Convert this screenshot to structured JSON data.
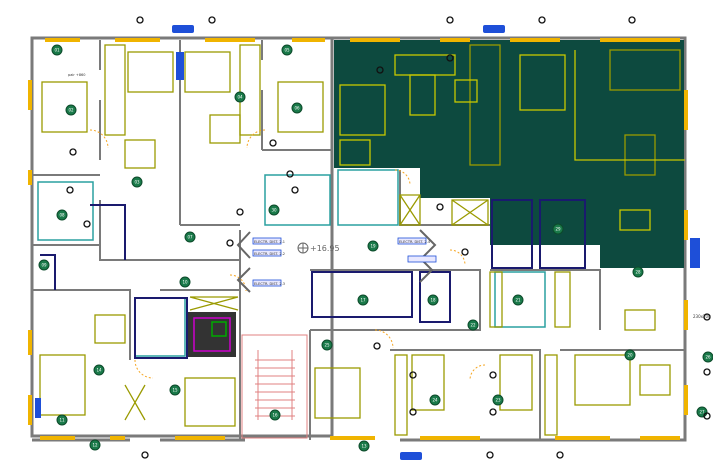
{
  "elevation_label": "+16.95",
  "room_numbers": [
    "01",
    "02",
    "03",
    "04",
    "05",
    "06",
    "07",
    "08",
    "09",
    "10",
    "11",
    "12",
    "13",
    "14",
    "15",
    "16",
    "17",
    "18",
    "19",
    "20",
    "21",
    "22",
    "23",
    "24",
    "25",
    "26",
    "27",
    "28",
    "29",
    "30"
  ],
  "small_note": "pair +860",
  "duct_note": "ELECTR. DIST. 2.1",
  "duct_note_2": "ELECTR. DIST. 2.2",
  "duct_note_3": "ELECTR. DIST. 2.3",
  "duct_note_4": "ELECTR. DIST. 2.4",
  "side_tag": "230x200",
  "colors": {
    "wall": "#7a7a7a",
    "furniture": "#9a9a00",
    "dark_unit": "#0d4a3f",
    "bathroom": "#2aa0a0",
    "window": "#f0b400",
    "navy": "#1a1a6e",
    "accent_blue": "#1e4fd8",
    "door_orange": "#f5a623",
    "stair": "#e08080",
    "elevator": "#cc00cc",
    "elevator_green": "#00aa00"
  }
}
